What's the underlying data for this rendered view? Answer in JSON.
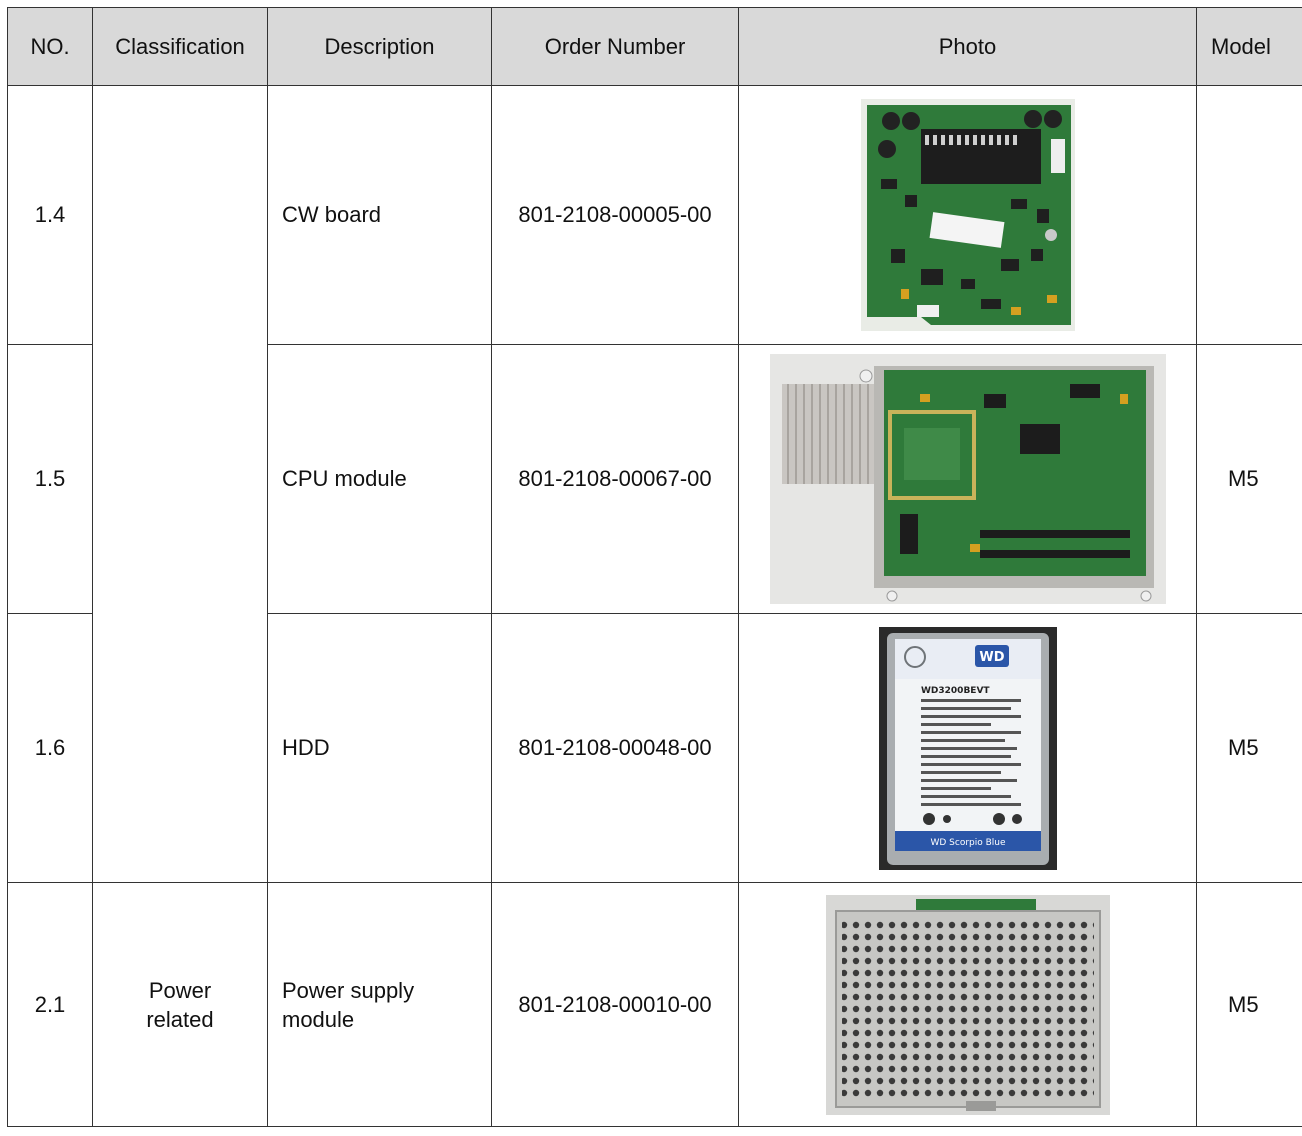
{
  "headers": {
    "no": "NO.",
    "classification": "Classification",
    "description": "Description",
    "order_number": "Order Number",
    "photo": "Photo",
    "model": "Model"
  },
  "rows": [
    {
      "no": "1.4",
      "classification": "",
      "description": "CW board",
      "order_number": "801-2108-00005-00",
      "photo": "cw-board-photo",
      "model": ""
    },
    {
      "no": "1.5",
      "classification": "",
      "description": "CPU module",
      "order_number": "801-2108-00067-00",
      "photo": "cpu-module-photo",
      "model": "M5"
    },
    {
      "no": "1.6",
      "classification": "",
      "description": "HDD",
      "order_number": "801-2108-00048-00",
      "photo": "hdd-photo",
      "model": "M5"
    },
    {
      "no": "2.1",
      "classification_line1": "Power",
      "classification_line2": "related",
      "description_line1": "Power supply",
      "description_line2": "module",
      "order_number": "801-2108-00010-00",
      "photo": "power-supply-photo",
      "model": "M5"
    }
  ],
  "hdd_label": {
    "brand": "WD",
    "model": "WD3200BEVT",
    "series": "WD Scorpio Blue"
  },
  "colors": {
    "header_bg": "#d9d9d9",
    "border": "#333333",
    "pcb_green": "#2f7a3a",
    "hdd_blue": "#2b56a8"
  }
}
